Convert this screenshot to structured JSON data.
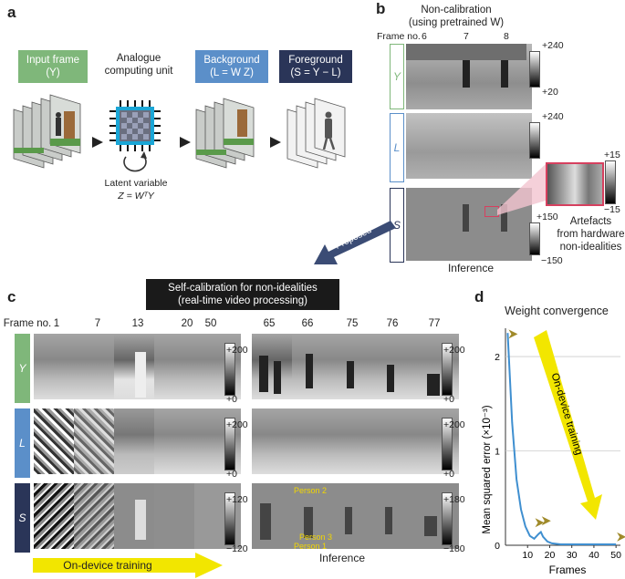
{
  "panels": {
    "a": "a",
    "b": "b",
    "c": "c",
    "d": "d"
  },
  "a": {
    "input_frame": "Input frame",
    "input_sym": "(Y)",
    "analogue": [
      "Analogue",
      "computing unit"
    ],
    "background": "Background",
    "background_eq": "(L = W Z)",
    "foreground": "Foreground",
    "foreground_eq": "(S = Y − L)",
    "latent": "Latent variable",
    "latent_eq": "Z = WᵀY"
  },
  "b": {
    "title1": "Non-calibration",
    "title2": "(using pretrained W)",
    "frame_label": "Frame no.",
    "frames": [
      "6",
      "7",
      "8"
    ],
    "rows": [
      "Y",
      "L",
      "S"
    ],
    "y_max": "+240",
    "y_min": "+20",
    "l_max": "+240",
    "s_max": "+150",
    "s_min": "−150",
    "art_max": "+15",
    "art_min": "−15",
    "artefacts": [
      "Artefacts",
      "from hardware",
      "non-idealities"
    ],
    "inference": "Inference",
    "proposed": "Proposed"
  },
  "c": {
    "title1": "Self-calibration for non-idealities",
    "title2": "(real-time video processing)",
    "frame_label": "Frame no.",
    "frames_left": [
      "1",
      "7",
      "13",
      "20",
      "50"
    ],
    "frames_right": [
      "65",
      "66",
      "75",
      "76",
      "77"
    ],
    "rows": [
      "Y",
      "L",
      "S"
    ],
    "y_left_max": "+200",
    "y_left_min": "+0",
    "y_right_max": "+200",
    "y_right_min": "+0",
    "l_left_max": "+200",
    "l_left_min": "+0",
    "l_right_max": "+200",
    "l_right_min": "+0",
    "s_left_max": "+120",
    "s_left_min": "−120",
    "s_right_max": "+180",
    "s_right_min": "−180",
    "person2": "Person 2",
    "person3": "Person 3",
    "person1": "Person 1",
    "on_device": "On-device training",
    "inference": "Inference"
  },
  "d": {
    "title": "Weight convergence",
    "ylabel": "Mean squared error (×10⁻³)",
    "xlabel": "Frames",
    "arrow_label": "On-device training"
  },
  "colors": {
    "green": "#7fb77a",
    "blue": "#5b8fc9",
    "navy": "#2a3558",
    "yellow": "#f2e600",
    "red": "#d6405f",
    "curve": "#3f8fd0"
  },
  "chart_data": {
    "type": "line",
    "title": "Weight convergence",
    "xlabel": "Frames",
    "ylabel": "Mean squared error (×10⁻³)",
    "xlim": [
      0,
      52
    ],
    "ylim": [
      0,
      2.3
    ],
    "xticks": [
      10,
      20,
      30,
      40,
      50
    ],
    "yticks": [
      0,
      1,
      2
    ],
    "series": [
      {
        "x": [
          1,
          3,
          5,
          7,
          9,
          11,
          13,
          15,
          16,
          17,
          19,
          21,
          25,
          30,
          40,
          50
        ],
        "y": [
          2.25,
          1.3,
          0.7,
          0.38,
          0.2,
          0.1,
          0.07,
          0.12,
          0.14,
          0.09,
          0.04,
          0.02,
          0.01,
          0.01,
          0.01,
          0.01
        ]
      }
    ],
    "markers_x": [
      1,
      13,
      16,
      50
    ],
    "markers_y": [
      2.2,
      0.2,
      0.22,
      0.05
    ]
  }
}
